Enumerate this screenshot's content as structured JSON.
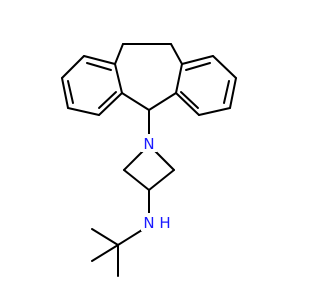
{
  "molecule": {
    "atom_labels": {
      "n_ring": "N",
      "n_amine": "N",
      "h_amine": "H"
    },
    "colors": {
      "bond": "#000000",
      "nitrogen": "#1a1aff",
      "background": "#ffffff"
    }
  }
}
